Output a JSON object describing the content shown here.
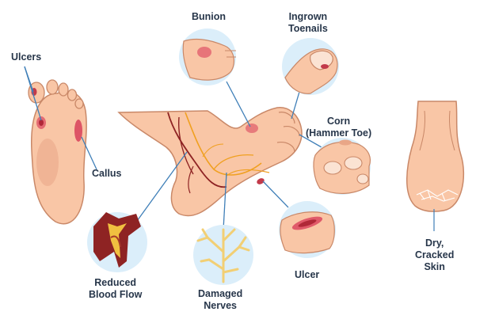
{
  "labels": {
    "ulcers": "Ulcers",
    "callus": "Callus",
    "bunion": "Bunion",
    "ingrown_line1": "Ingrown",
    "ingrown_line2": "Toenails",
    "corn_line1": "Corn",
    "corn_line2": "(Hammer Toe)",
    "reduced_line1": "Reduced",
    "reduced_line2": "Blood Flow",
    "nerves_line1": "Damaged",
    "nerves_line2": "Nerves",
    "ulcer": "Ulcer",
    "dry_line1": "Dry,",
    "dry_line2": "Cracked",
    "dry_line3": "Skin"
  },
  "colors": {
    "skin": "#f9c6a6",
    "skin_outline": "#c98868",
    "skin_shadow": "#e9a687",
    "circle_fill": "#dbeefa",
    "leader_line": "#3f7fb8",
    "wound": "#c23a4a",
    "blood_vessel": "#8e2323",
    "nerve": "#f0a020",
    "nerve_panel": "#f2cf74",
    "label_text": "#27364a"
  }
}
